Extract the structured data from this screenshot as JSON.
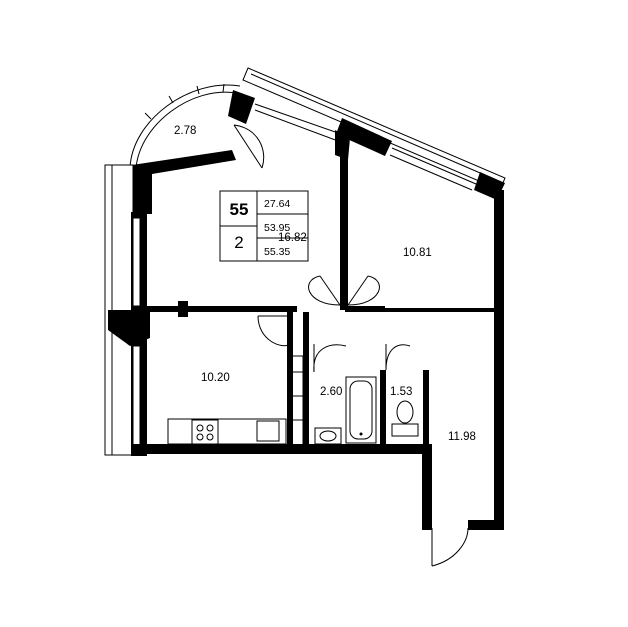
{
  "apartment": {
    "number": "55",
    "rooms": "2",
    "living_area": "27.64",
    "total_area": "53.95",
    "total_area_with_balcony": "55.35"
  },
  "rooms": {
    "balcony": "2.78",
    "living_room": "16.82",
    "bedroom": "10.81",
    "kitchen": "10.20",
    "bathroom": "2.60",
    "toilet": "1.53",
    "hallway": "11.98"
  }
}
